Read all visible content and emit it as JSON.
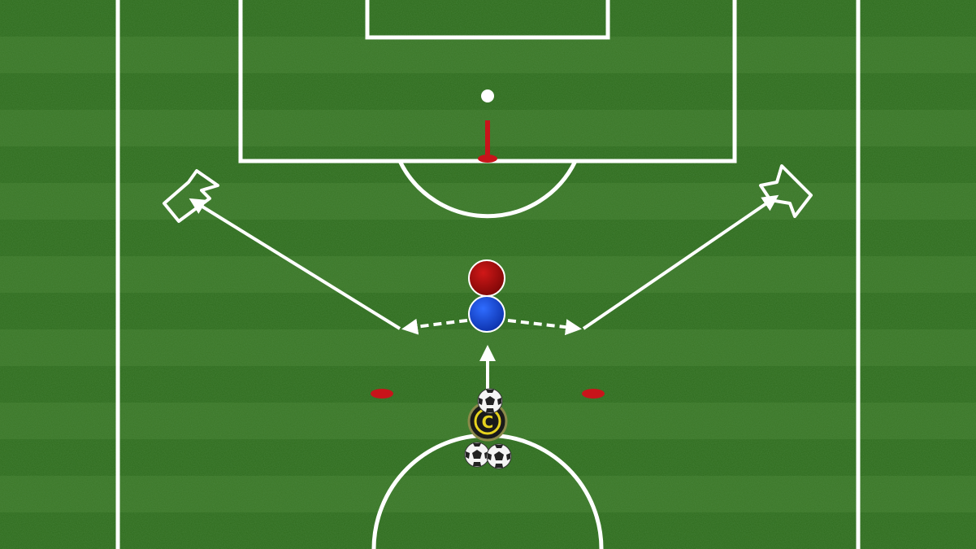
{
  "coach": {
    "label": "C",
    "ring_color": "#e6d21e"
  },
  "players": [
    {
      "role": "defender",
      "color": "#9b0a0a"
    },
    {
      "role": "attacker",
      "color": "#1546d6"
    }
  ],
  "colors": {
    "grass_base": "#2f6a1e",
    "stripe_light": "#3a7a27",
    "stripe_dark": "#2c6219",
    "line": "#ffffff",
    "cone": "#c8141a",
    "mannequin_pole": "#c8141a"
  },
  "icons": [
    "soccer-ball-icon",
    "arrow-icon",
    "cone-icon",
    "pole-icon"
  ]
}
